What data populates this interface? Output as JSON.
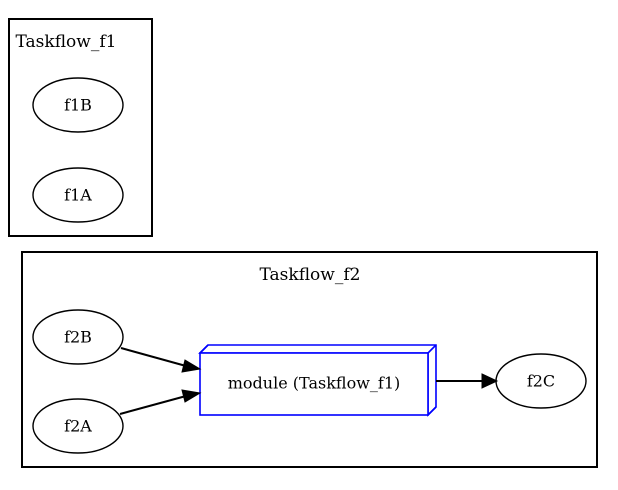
{
  "diagram": {
    "type": "graphviz-taskflow-graph",
    "background_color": "#ffffff",
    "clusters": [
      {
        "id": "cluster_f1",
        "label": "Taskflow_f1",
        "border_color": "#000000",
        "nodes": [
          "f1B",
          "f1A"
        ]
      },
      {
        "id": "cluster_f2",
        "label": "Taskflow_f2",
        "border_color": "#000000",
        "nodes": [
          "f2B",
          "f2A",
          "module (Taskflow_f1)",
          "f2C"
        ]
      }
    ],
    "nodes": [
      {
        "id": "f1B",
        "label": "f1B",
        "shape": "ellipse",
        "color": "#000000"
      },
      {
        "id": "f1A",
        "label": "f1A",
        "shape": "ellipse",
        "color": "#000000"
      },
      {
        "id": "f2B",
        "label": "f2B",
        "shape": "ellipse",
        "color": "#000000"
      },
      {
        "id": "f2A",
        "label": "f2A",
        "shape": "ellipse",
        "color": "#000000"
      },
      {
        "id": "module",
        "label": "module (Taskflow_f1)",
        "shape": "box3d",
        "color": "#0000ff"
      },
      {
        "id": "f2C",
        "label": "f2C",
        "shape": "ellipse",
        "color": "#000000"
      }
    ],
    "edges": [
      {
        "from": "f2B",
        "to": "module",
        "arrow": "normal",
        "color": "#000000"
      },
      {
        "from": "f2A",
        "to": "module",
        "arrow": "normal",
        "color": "#000000"
      },
      {
        "from": "module",
        "to": "f2C",
        "arrow": "normal",
        "color": "#000000"
      }
    ]
  }
}
